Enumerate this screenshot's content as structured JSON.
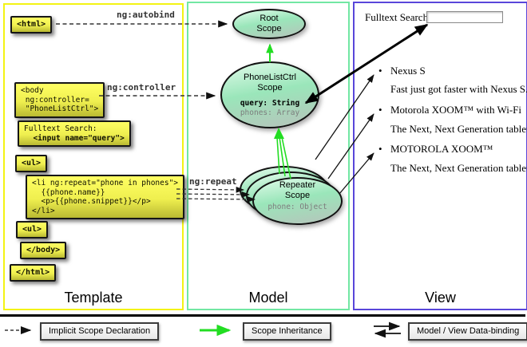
{
  "template_panel": {
    "label": "Template",
    "boxes": {
      "html_open": "<html>",
      "body_open": [
        "<body",
        " ng:controller=",
        " \"PhoneListCtrl\">"
      ],
      "fulltext": [
        "Fulltext Search:",
        "  <input name=\"query\">"
      ],
      "ul_open": "<ul>",
      "li_repeat": [
        "<li ng:repeat=\"phone in phones\">",
        "  {{phone.name}}",
        "  <p>{{phone.snippet}}</p>",
        "</li>"
      ],
      "ul_close": "<ul>",
      "body_close": "</body>",
      "html_close": "</html>"
    }
  },
  "model_panel": {
    "label": "Model",
    "root_scope": {
      "line1": "Root",
      "line2": "Scope"
    },
    "phonelistctrl_scope": {
      "line1": "PhoneListCtrl",
      "line2": "Scope",
      "prop1": "query: String",
      "prop2": "phones: Array"
    },
    "repeater_scope": {
      "line1": "Repeater",
      "line2": "Scope",
      "prop1": "phone: Object"
    }
  },
  "view_panel": {
    "label": "View",
    "search_label": "Fulltext Search:",
    "search_value": "",
    "bullet": "•",
    "items": [
      {
        "name": "Nexus S",
        "snippet": "Fast just got faster with Nexus S."
      },
      {
        "name": "Motorola XOOM™  with Wi-Fi",
        "snippet": "The Next, Next Generation tablet."
      },
      {
        "name": "MOTOROLA XOOM™",
        "snippet": "The Next, Next Generation tablet."
      }
    ]
  },
  "connector_labels": {
    "autobind": "ng:autobind",
    "controller": "ng:controller",
    "repeat": "ng:repeat"
  },
  "legend": {
    "implicit": "Implicit Scope Declaration",
    "inheritance": "Scope Inheritance",
    "databinding": "Model / View Data-binding"
  },
  "colors": {
    "template_border": "#f3f314",
    "model_border": "#72e7a3",
    "view_border": "#5946da",
    "code_box_yellow": "#ffff63",
    "scope_green_top": "#e2fbea",
    "scope_green_mid": "#9ae6ba",
    "green_arrow": "#22dd22",
    "arrow_black": "#111111"
  }
}
